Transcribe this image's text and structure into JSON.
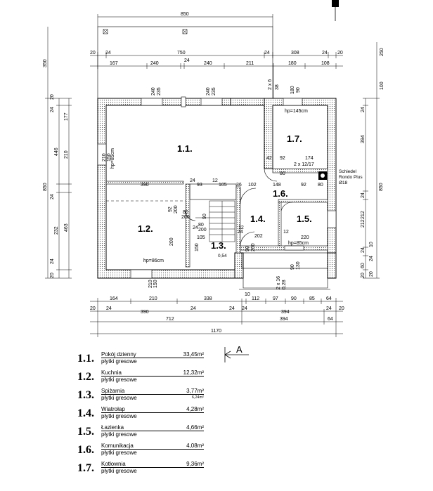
{
  "dims_top": {
    "overall": "850",
    "row1": [
      "20",
      "24",
      "750",
      "24",
      "308",
      "24",
      "20"
    ],
    "row2": [
      "167",
      "240",
      "24",
      "240",
      "211",
      "180",
      "108"
    ],
    "side_right_top": [
      "250",
      "100"
    ],
    "inner": [
      "240",
      "235",
      "240",
      "235",
      "180",
      "90"
    ],
    "small": [
      "2 x 6",
      "38"
    ]
  },
  "dims_left": {
    "outer": [
      "350",
      "850",
      "463"
    ],
    "mid": [
      "177",
      "446",
      "232"
    ],
    "inner": [
      "20",
      "24",
      "210",
      "24",
      "24",
      "20"
    ]
  },
  "dims_right": {
    "outer": [
      "850"
    ],
    "inner": [
      "24",
      "394",
      "24",
      "212",
      "24",
      "212",
      "24",
      "20",
      "60",
      "20",
      "10"
    ]
  },
  "dims_inner": {
    "hp_kotl": "hp=145cm",
    "hp_pokoj": "hp=85cm",
    "win_left": [
      "210",
      "150"
    ],
    "row_mid": [
      "390",
      "24",
      "93",
      "12",
      "105",
      "36",
      "102",
      "148",
      "92",
      "80"
    ],
    "kotl_row": [
      "42",
      "92",
      "174"
    ],
    "door_kotl": [
      "2 x 12/17",
      "80"
    ],
    "door_80": [
      "80",
      "200"
    ],
    "door_92": [
      "92",
      "200"
    ],
    "kuchnia_h": "200",
    "stairs": [
      "90",
      "80",
      "200",
      "105",
      "150",
      "24"
    ],
    "stairs2": [
      "0,54"
    ],
    "wiatrolap": [
      "12",
      "202",
      "24",
      "220",
      "90",
      "200",
      "hp=85cm",
      "12",
      "90",
      "130"
    ],
    "hp_kuchnia": "hp=86cm",
    "kuchnia_win": [
      "210",
      "150"
    ],
    "porch": [
      "2 x 16",
      "0,28"
    ],
    "chimney": [
      "Schiedel",
      "Rondo Plus",
      "Ø18"
    ]
  },
  "dims_bottom": {
    "row1": [
      "164",
      "210",
      "338",
      "10",
      "112",
      "97",
      "90",
      "85",
      "64"
    ],
    "row2": [
      "20",
      "24",
      "390",
      "24",
      "24",
      "24",
      "394",
      "24",
      "20"
    ],
    "row3": [
      "712",
      "394",
      "64"
    ],
    "overall": "1170"
  },
  "rooms": {
    "r11": "1.1.",
    "r12": "1.2.",
    "r13": "1.3.",
    "r14": "1.4.",
    "r15": "1.5.",
    "r16": "1.6.",
    "r17": "1.7."
  },
  "section_marker": "A",
  "legend": [
    {
      "num": "1.1.",
      "name": "Pokój dzienny",
      "material": "płytki gresowe",
      "area": "33,45m²",
      "extra": ""
    },
    {
      "num": "1.2.",
      "name": "Kuchnia",
      "material": "płytki gresowe",
      "area": "12,32m²",
      "extra": ""
    },
    {
      "num": "1.3.",
      "name": "Spiżarnia",
      "material": "płytki gresowe",
      "area": "3,77m²",
      "extra": "6,24m²"
    },
    {
      "num": "1.4.",
      "name": "Wiatrołap",
      "material": "płytki gresowe",
      "area": "4,28m²",
      "extra": ""
    },
    {
      "num": "1.5.",
      "name": "Łazienka",
      "material": "płytki gresowe",
      "area": "4,66m²",
      "extra": ""
    },
    {
      "num": "1.6.",
      "name": "Komunikacja",
      "material": "płytki gresowe",
      "area": "4,08m²",
      "extra": ""
    },
    {
      "num": "1.7.",
      "name": "Kotłownia",
      "material": "płytki gresowe",
      "area": "9,36m²",
      "extra": ""
    }
  ]
}
